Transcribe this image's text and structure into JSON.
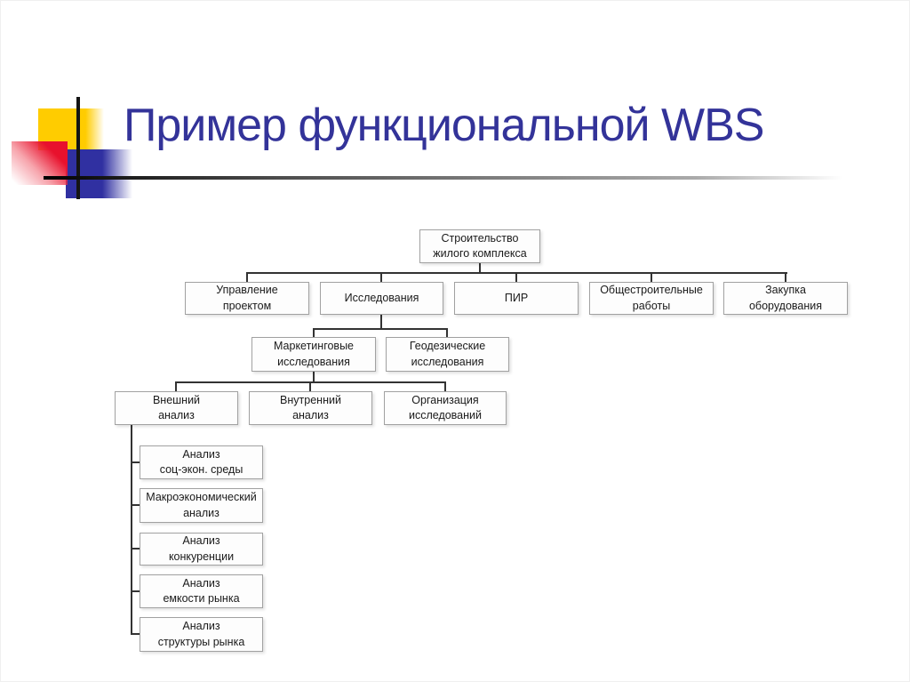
{
  "slide": {
    "title": "Пример функциональной WBS"
  },
  "theme": {
    "title_color": "#333399",
    "accent_yellow": "#ffcc00",
    "accent_red": "#e8112d",
    "accent_blue": "#3030a1",
    "node_border": "#a1a1a1",
    "connector": "#333333"
  },
  "wbs": {
    "root": {
      "label": "Строительство\nжилого комплекса"
    },
    "level2": [
      {
        "label": "Управление\nпроектом"
      },
      {
        "label": "Исследования"
      },
      {
        "label": "ПИР"
      },
      {
        "label": "Общестроительные\nработы"
      },
      {
        "label": "Закупка\nоборудования"
      }
    ],
    "research_children": [
      {
        "label": "Маркетинговые\nисследования"
      },
      {
        "label": "Геодезические\nисследования"
      }
    ],
    "marketing_children": [
      {
        "label": "Внешний\nанализ"
      },
      {
        "label": "Внутренний\nанализ"
      },
      {
        "label": "Организация\nисследований"
      }
    ],
    "external_children": [
      {
        "label": "Анализ\nсоц-экон. среды"
      },
      {
        "label": "Макроэкономический\nанализ"
      },
      {
        "label": "Анализ\nконкуренции"
      },
      {
        "label": "Анализ\nемкости рынка"
      },
      {
        "label": "Анализ\nструктуры рынка"
      }
    ]
  }
}
